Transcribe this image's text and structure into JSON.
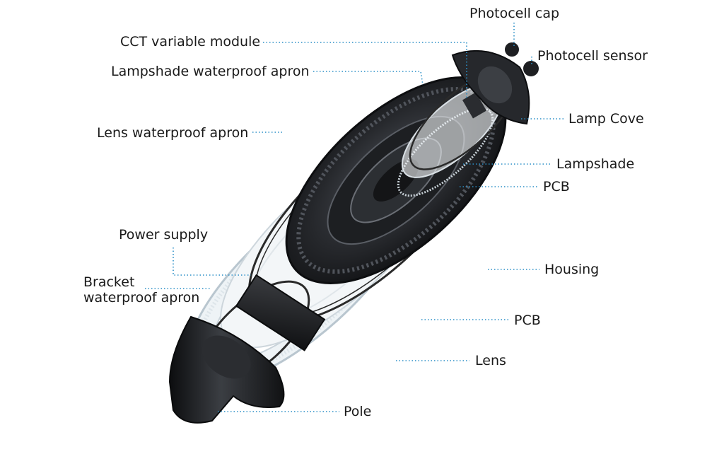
{
  "colors": {
    "leader": "#2b8fc7",
    "metal_dark": "#1b1d20",
    "metal_mid": "#3a3d42",
    "gasket": "#2a2a2a",
    "clear": "#d4dde3"
  },
  "labels": {
    "photocell_cap": "Photocell cap",
    "cct_variable_module": "CCT variable module",
    "photocell_sensor": "Photocell sensor",
    "lampshade_waterproof_apron": "Lampshade waterproof apron",
    "lamp_cove": "Lamp Cove",
    "lens_waterproof_apron": "Lens waterproof apron",
    "lampshade": "Lampshade",
    "pcb_top": "PCB",
    "power_supply": "Power supply",
    "housing": "Housing",
    "bracket_waterproof_apron_line1": "Bracket",
    "bracket_waterproof_apron_line2": "waterproof apron",
    "pcb_bottom": "PCB",
    "lens": "Lens",
    "pole": "Pole"
  }
}
